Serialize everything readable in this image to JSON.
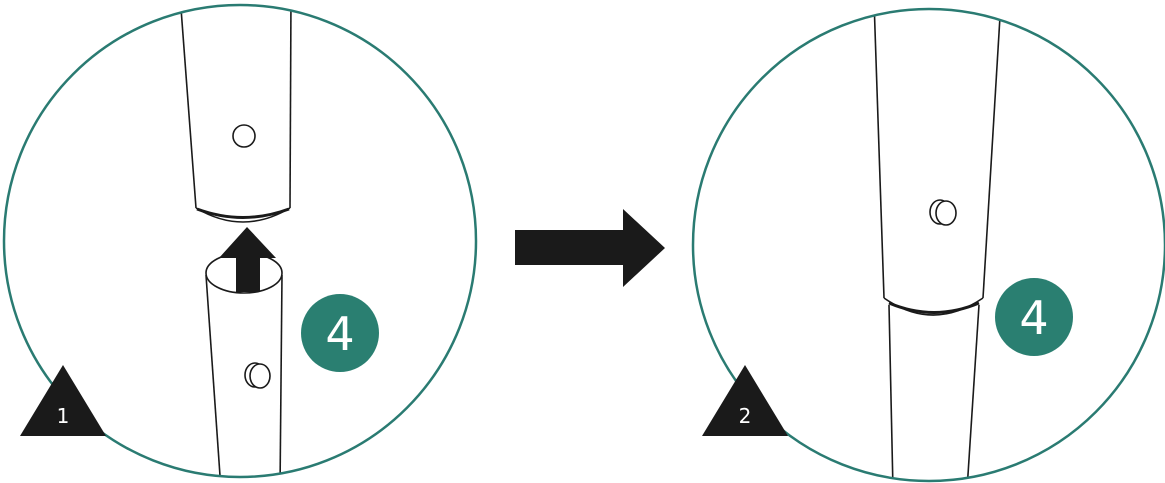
{
  "panels": [
    {
      "step_label": "1",
      "part_badge": "4"
    },
    {
      "step_label": "2",
      "part_badge": "4"
    }
  ],
  "colors": {
    "circle_outline": "#2a7b72",
    "badge_fill": "#2a7f71",
    "badge_text": "#ffffff",
    "arrow": "#1a1a1a",
    "line": "#1a1a1a",
    "step_triangle": "#1a1a1a",
    "step_text": "#ffffff"
  },
  "icons": {
    "push_arrow": "up-arrow-icon",
    "next_arrow": "right-arrow-icon",
    "step_marker": "triangle-icon"
  }
}
